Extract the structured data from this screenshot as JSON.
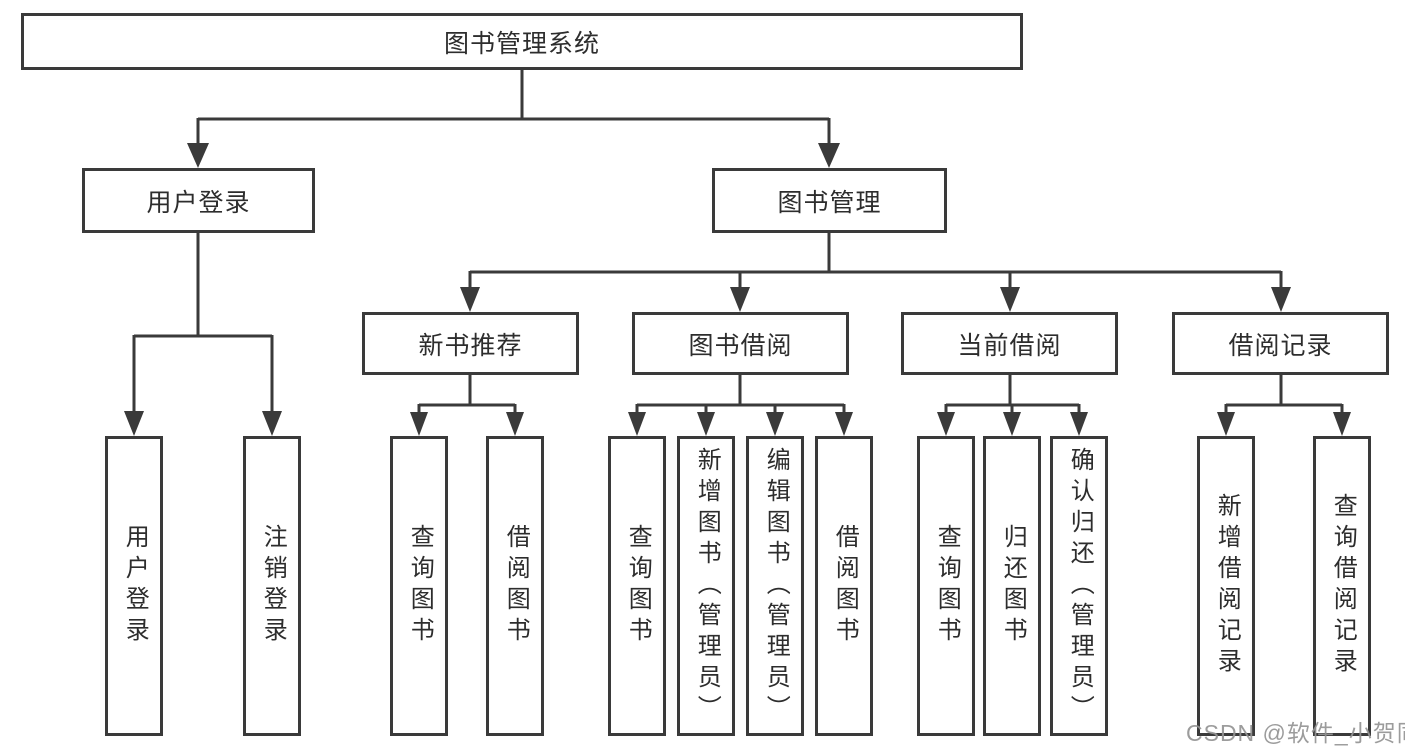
{
  "diagram_title": "图书管理系统",
  "watermark": "CSDN @软件_小贺同学",
  "colors": {
    "line": "#3a3a3a",
    "box_border": "#3a3a3a",
    "box_fill": "#ffffff",
    "text": "#2d2d2d",
    "watermark": "#949494",
    "background": "#ffffff"
  },
  "tree": {
    "label": "图书管理系统",
    "children": [
      {
        "label": "用户登录",
        "children": [
          {
            "label": "用户登录"
          },
          {
            "label": "注销登录"
          }
        ]
      },
      {
        "label": "图书管理",
        "children": [
          {
            "label": "新书推荐",
            "children": [
              {
                "label": "查询图书"
              },
              {
                "label": "借阅图书"
              }
            ]
          },
          {
            "label": "图书借阅",
            "children": [
              {
                "label": "查询图书"
              },
              {
                "label": "新增图书（管理员）"
              },
              {
                "label": "编辑图书（管理员）"
              },
              {
                "label": "借阅图书"
              }
            ]
          },
          {
            "label": "当前借阅",
            "children": [
              {
                "label": "查询图书"
              },
              {
                "label": "归还图书"
              },
              {
                "label": "确认归还（管理员）"
              }
            ]
          },
          {
            "label": "借阅记录",
            "children": [
              {
                "label": "新增借阅记录"
              },
              {
                "label": "查询借阅记录"
              }
            ]
          }
        ]
      }
    ]
  }
}
